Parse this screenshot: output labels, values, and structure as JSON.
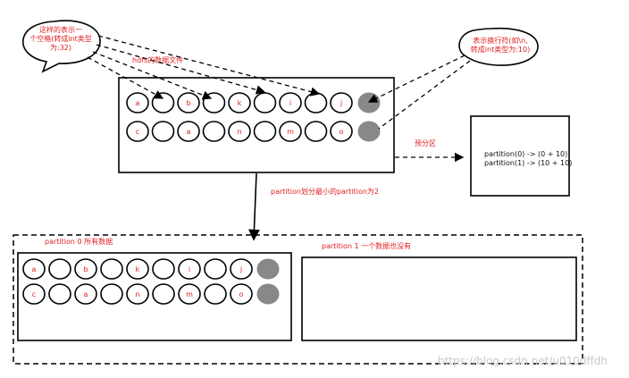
{
  "bubble_left_lines": [
    "这样的表示一",
    "个空格(转成int类型",
    "为:32)"
  ],
  "bubble_right_lines": [
    "表示换行符(如\\n,",
    "转成int类型为:10)"
  ],
  "hdfs_label": "hdfs的数据文件",
  "prepartition_label": "预分区",
  "partition_box_lines": [
    "partition(0) -> (0 + 10)",
    "partition(1) -> (10 + 10)"
  ],
  "min_partition_label": "partition划分最小的partition为2",
  "partition0_label": "partition 0 所有数据",
  "partition1_label": "partition 1 一个数据也没有",
  "top_row1": [
    "a",
    "",
    "b",
    "",
    "k",
    "",
    "i",
    "",
    "j"
  ],
  "top_row2": [
    "c",
    "",
    "a",
    "",
    "n",
    "",
    "m",
    "",
    "o"
  ],
  "bottom_row1": [
    "a",
    "",
    "b",
    "",
    "k",
    "",
    "i",
    "",
    "j"
  ],
  "bottom_row2": [
    "c",
    "",
    "a",
    "",
    "n",
    "",
    "m",
    "",
    "o"
  ],
  "watermark": "https://blog.csdn.net/u010dffdh",
  "colors": {
    "label_red": "#e02020",
    "filled_node": "#888888",
    "stroke": "#000000"
  }
}
